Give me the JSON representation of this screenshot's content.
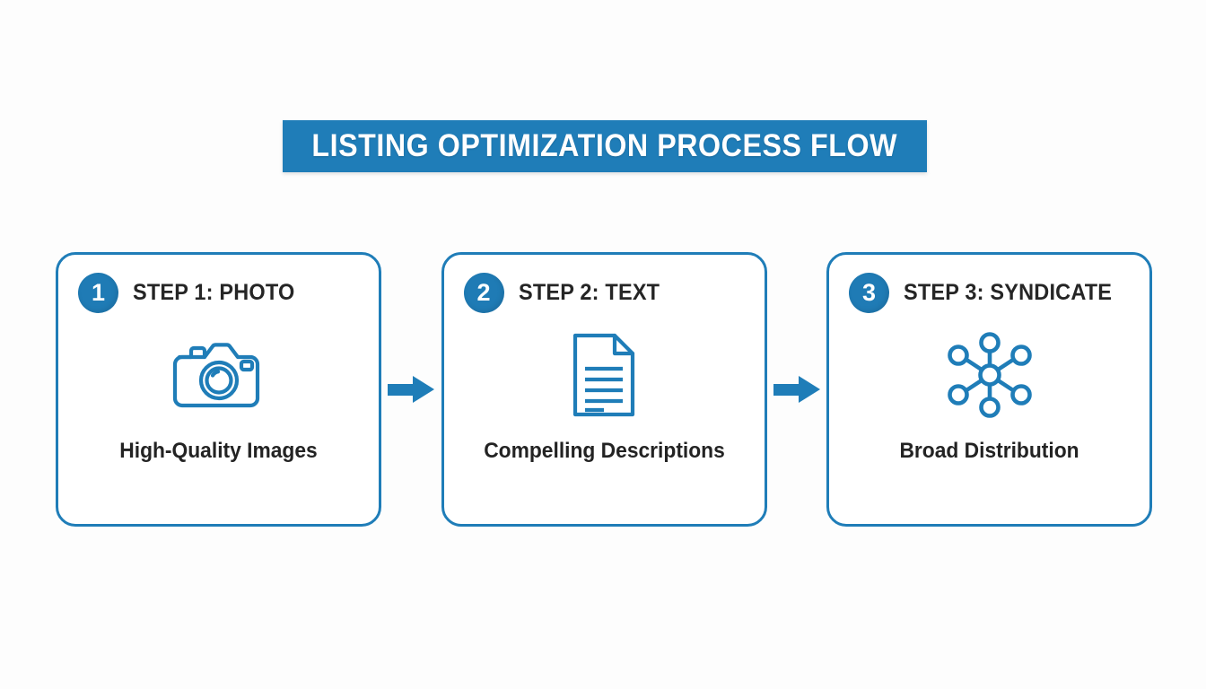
{
  "title": {
    "text": "LISTING OPTIMIZATION PROCESS FLOW"
  },
  "colors": {
    "accent_blue": "#1f7db8",
    "badge_blue": "#1f7bb5",
    "heading_dark": "#252525",
    "background": "#fdfdfd"
  },
  "steps": [
    {
      "number": "1",
      "title": "STEP 1: PHOTO",
      "icon": "camera-icon",
      "caption": "High-Quality Images"
    },
    {
      "number": "2",
      "title": "STEP 2: TEXT",
      "icon": "document-icon",
      "caption": "Compelling Descriptions"
    },
    {
      "number": "3",
      "title": "STEP 3: SYNDICATE",
      "icon": "network-icon",
      "caption": "Broad Distribution"
    }
  ],
  "connectors": [
    {
      "icon": "arrow-right-icon"
    },
    {
      "icon": "arrow-right-icon"
    }
  ]
}
